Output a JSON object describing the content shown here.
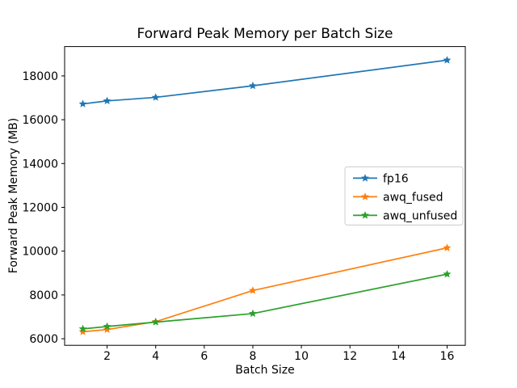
{
  "chart_data": {
    "type": "line",
    "title": "Forward Peak Memory per Batch Size",
    "xlabel": "Batch Size",
    "ylabel": "Forward Peak Memory (MB)",
    "x": [
      1,
      2,
      4,
      8,
      16
    ],
    "series": [
      {
        "name": "fp16",
        "color": "#1f77b4",
        "values": [
          16720,
          16860,
          17020,
          17550,
          18720
        ]
      },
      {
        "name": "awq_fused",
        "color": "#ff7f0e",
        "values": [
          6320,
          6420,
          6780,
          8200,
          10150
        ]
      },
      {
        "name": "awq_unfused",
        "color": "#2ca02c",
        "values": [
          6450,
          6560,
          6760,
          7150,
          8950
        ]
      }
    ],
    "xlim": [
      0.25,
      16.75
    ],
    "ylim": [
      5700,
      19340
    ],
    "xticks": [
      2,
      4,
      6,
      8,
      10,
      12,
      14,
      16
    ],
    "yticks": [
      6000,
      8000,
      10000,
      12000,
      14000,
      16000,
      18000
    ],
    "grid": false,
    "marker": "star",
    "legend": {
      "position": "center-right",
      "border_color": "#cccccc"
    }
  }
}
